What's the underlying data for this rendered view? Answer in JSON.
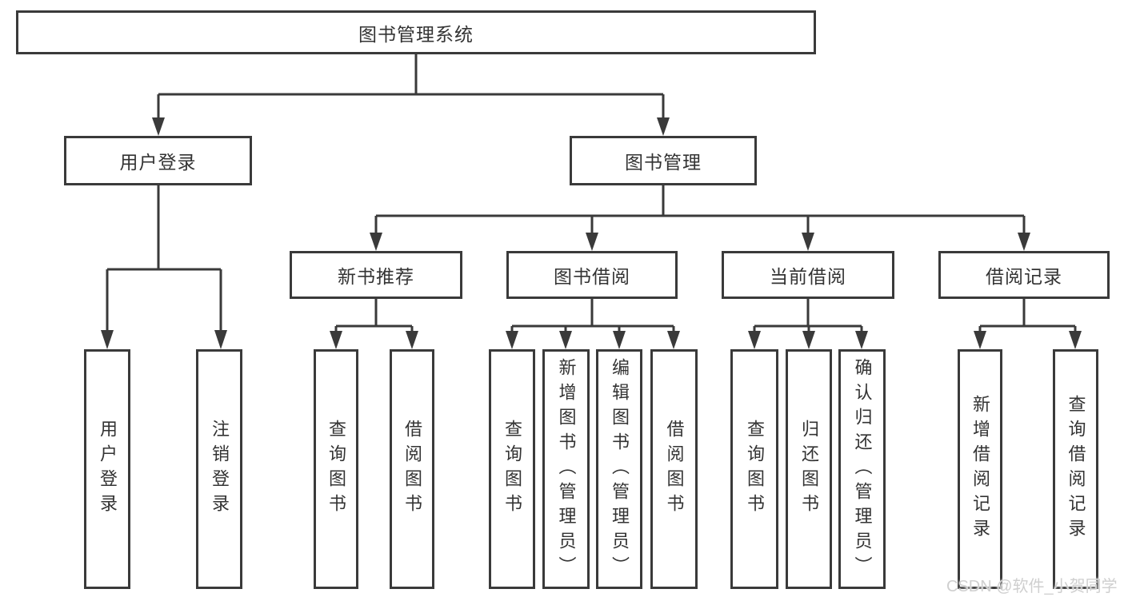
{
  "diagram": {
    "root": {
      "label": "图书管理系统"
    },
    "level2": [
      {
        "label": "用户登录",
        "parent": "图书管理系统"
      },
      {
        "label": "图书管理",
        "parent": "图书管理系统"
      }
    ],
    "level3": [
      {
        "label": "新书推荐",
        "parent": "图书管理"
      },
      {
        "label": "图书借阅",
        "parent": "图书管理"
      },
      {
        "label": "当前借阅",
        "parent": "图书管理"
      },
      {
        "label": "借阅记录",
        "parent": "图书管理"
      }
    ],
    "leaves": [
      {
        "label": "用户登录",
        "parent": "用户登录"
      },
      {
        "label": "注销登录",
        "parent": "用户登录"
      },
      {
        "label": "查询图书",
        "parent": "新书推荐"
      },
      {
        "label": "借阅图书",
        "parent": "新书推荐"
      },
      {
        "label": "查询图书",
        "parent": "图书借阅"
      },
      {
        "label": "新增图书（管理员）",
        "parent": "图书借阅"
      },
      {
        "label": "编辑图书（管理员）",
        "parent": "图书借阅"
      },
      {
        "label": "借阅图书",
        "parent": "图书借阅"
      },
      {
        "label": "查询图书",
        "parent": "当前借阅"
      },
      {
        "label": "归还图书",
        "parent": "当前借阅"
      },
      {
        "label": "确认归还（管理员）",
        "parent": "当前借阅"
      },
      {
        "label": "新增借阅记录",
        "parent": "借阅记录"
      },
      {
        "label": "查询借阅记录",
        "parent": "借阅记录"
      }
    ]
  },
  "watermark": {
    "text": "CSDN @软件_小贺同学"
  },
  "colors": {
    "line": "#3a3a3a",
    "text": "#333333",
    "background": "#ffffff",
    "watermark": "#cfcfcf"
  }
}
